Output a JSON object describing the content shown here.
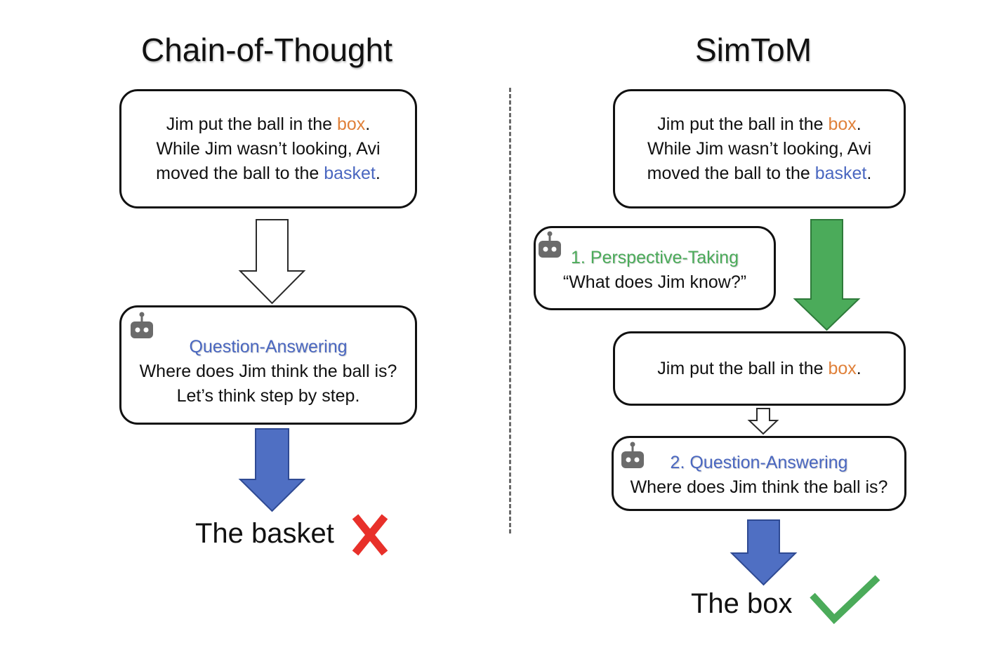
{
  "left": {
    "title": "Chain-of-Thought",
    "story": {
      "line1_pre": "Jim put the ball in the ",
      "line1_hl": "box",
      "line1_post": ".",
      "line2": "While Jim wasn’t looking, Avi",
      "line3_pre": "moved the ball to the ",
      "line3_hl": "basket",
      "line3_post": "."
    },
    "qa": {
      "heading": "Question-Answering",
      "question": "Where does Jim think the ball is?",
      "cot": "Let’s think step by step."
    },
    "answer": "The basket",
    "result_icon": "cross-icon"
  },
  "right": {
    "title": "SimToM",
    "story": {
      "line1_pre": "Jim put the ball in the ",
      "line1_hl": "box",
      "line1_post": ".",
      "line2": "While Jim wasn’t looking, Avi",
      "line3_pre": "moved the ball to the ",
      "line3_hl": "basket",
      "line3_post": "."
    },
    "perspective": {
      "heading": "1. Perspective-Taking",
      "question": "“What does Jim know?”"
    },
    "filtered": {
      "pre": "Jim put the ball in the ",
      "hl": "box",
      "post": "."
    },
    "qa": {
      "heading": "2. Question-Answering",
      "question": "Where does Jim think the ball is?"
    },
    "answer": "The box",
    "result_icon": "checkmark-icon"
  },
  "colors": {
    "orange": "#e0813a",
    "blue": "#4a67c0",
    "green": "#4bab5a",
    "red": "#e8302a",
    "robot": "#6b6b6b"
  }
}
